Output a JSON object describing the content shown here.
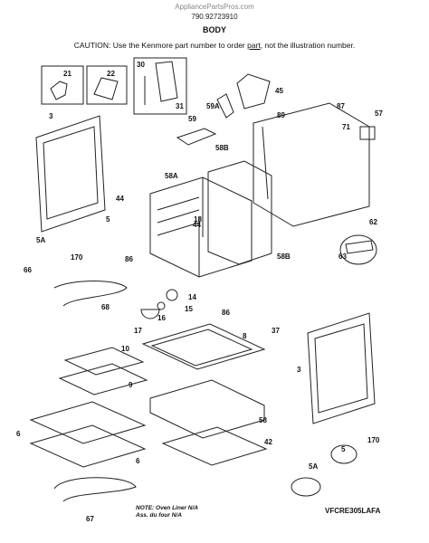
{
  "header": {
    "site": "AppliancePartsPros.com",
    "model_number": "790.92723910",
    "title": "BODY",
    "caution_before": "CAUTION: Use the Kenmore part number to order ",
    "caution_link": "part",
    "caution_after": ", not the illustration number."
  },
  "labels": {
    "l21": "21",
    "l22": "22",
    "l30": "30",
    "l31": "31",
    "l45": "45",
    "l87": "87",
    "l89": "89",
    "l71": "71",
    "l57": "57",
    "l59a": "59A",
    "l59": "59",
    "l58b_top": "58B",
    "l3_top": "3",
    "l58a": "58A",
    "l44_a": "44",
    "l44_b": "44",
    "l18": "18",
    "l5_left": "5",
    "l5a_left": "5A",
    "l170_left": "170",
    "l86_left": "86",
    "l58b_mid": "58B",
    "l62": "62",
    "l63": "63",
    "l66": "66",
    "l68": "68",
    "l14": "14",
    "l15": "15",
    "l16": "16",
    "l17": "17",
    "l86_mid": "86",
    "l37": "37",
    "l8": "8",
    "l3_right": "3",
    "l10": "10",
    "l9": "9",
    "l6_a": "6",
    "l6_b": "6",
    "l58": "58",
    "l42": "42",
    "l170_right": "170",
    "l5_right": "5",
    "l5a_right": "5A",
    "l67": "67"
  },
  "footer": {
    "note_line1": "NOTE: Oven Liner N/A",
    "note_line2": "Ass. du four N/A",
    "diagram_code": "VFCRE305LAFA"
  }
}
